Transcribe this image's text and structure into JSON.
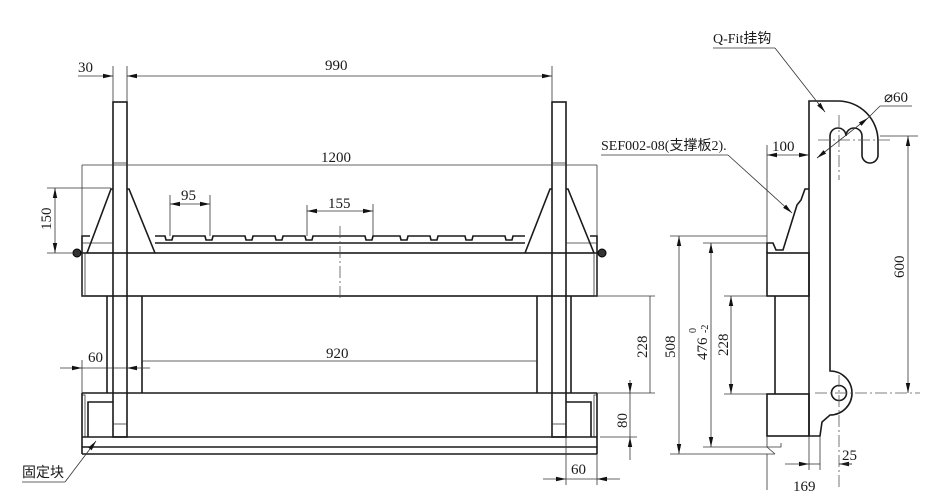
{
  "labels": {
    "hook": "Q-Fit挂钩",
    "support_plate": "SEF002-08(支撑板2).",
    "fixed_block": "固定块"
  },
  "front_view": {
    "dims": {
      "post_width": "30",
      "post_spacing": "990",
      "overall_width": "1200",
      "notch_pitch": "95",
      "notch_pitch_2": "155",
      "gusset_height": "150",
      "inner_width": "920",
      "left_offset": "60",
      "right_offset": "60",
      "beam_spacing": "228",
      "bottom_height": "80"
    }
  },
  "side_view": {
    "dims": {
      "pin_diameter": "⌀60",
      "depth": "100",
      "height": "600",
      "overall_height": "508",
      "inner_height": "476",
      "tol_upper": "0",
      "tol_lower": "-2",
      "beam_spacing": "228",
      "offset": "25",
      "bottom_width": "169"
    }
  }
}
